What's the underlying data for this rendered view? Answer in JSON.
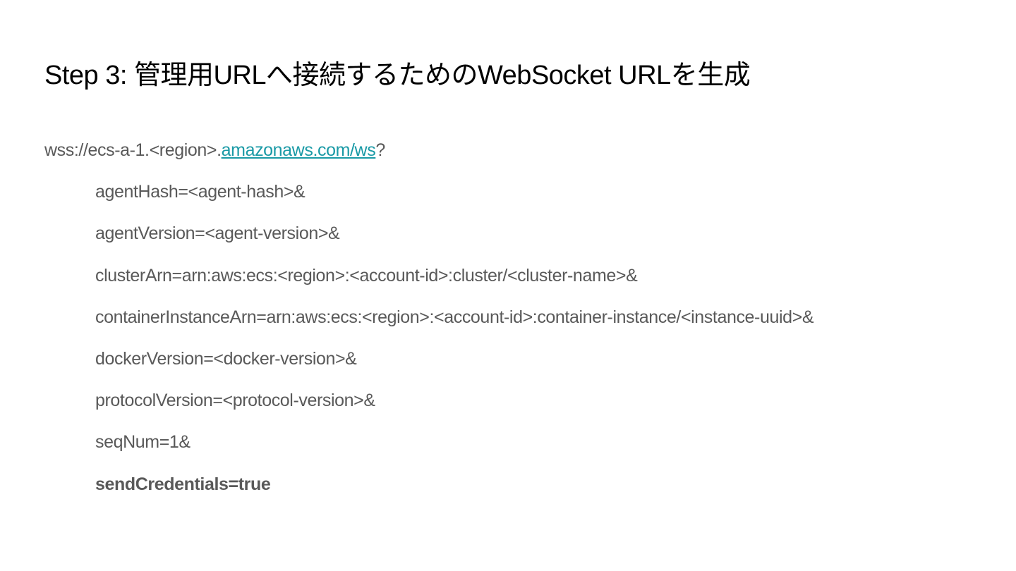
{
  "slide": {
    "title": "Step 3: 管理用URLへ接続するためのWebSocket URLを生成",
    "url": {
      "prefix": "wss://ecs-a-1.<region>.",
      "link_text": "amazonaws.com/ws",
      "suffix": "?"
    },
    "params": [
      "agentHash=<agent-hash>&",
      "agentVersion=<agent-version>&",
      "clusterArn=arn:aws:ecs:<region>:<account-id>:cluster/<cluster-name>&",
      "containerInstanceArn=arn:aws:ecs:<region>:<account-id>:container-instance/<instance-uuid>&",
      "dockerVersion=<docker-version>&",
      "protocolVersion=<protocol-version>&",
      "seqNum=1&",
      "sendCredentials=true"
    ]
  },
  "colors": {
    "title": "#000000",
    "body_text": "#595959",
    "link": "#1a9aa6",
    "background": "#ffffff"
  }
}
